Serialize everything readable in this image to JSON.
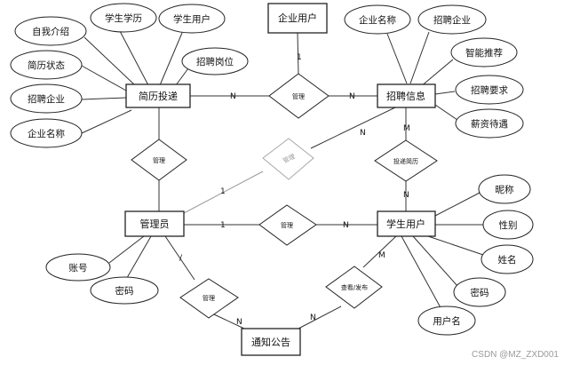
{
  "entities": {
    "resume_submission": "简历投递",
    "job_posting": "招聘信息",
    "enterprise_user": "企业用户",
    "admin": "管理员",
    "student_user": "学生用户",
    "notice": "通知公告"
  },
  "attributes": {
    "self_intro": "自我介绍",
    "student_education": "学生学历",
    "student_user": "学生用户",
    "resume_status": "简历状态",
    "job_position": "招聘岗位",
    "resume_company": "招聘企业",
    "resume_company_name": "企业名称",
    "posting_company_name": "企业名称",
    "posting_company": "招聘企业",
    "smart_recommend": "智能推荐",
    "requirements": "招聘要求",
    "salary": "薪资待遇",
    "nickname": "昵称",
    "gender": "性别",
    "name": "姓名",
    "student_password": "密码",
    "username": "用户名",
    "account": "账号",
    "admin_password": "密码"
  },
  "relationships": {
    "manage_top": "管理",
    "manage_resume": "管理",
    "manage_faint": "管理",
    "submit_resume": "投递简历",
    "manage_student": "管理",
    "manage_notice": "管理",
    "view_publish": "查看/发布"
  },
  "cardinalities": {
    "resume_to_manage_top": "N",
    "manage_top_to_posting": "N",
    "enterprise_to_manage_top": "1",
    "admin_to_faint": "1",
    "faint_to_posting": "N",
    "posting_to_submit": "M",
    "submit_to_student": "N",
    "admin_to_manage_student": "1",
    "manage_student_to_student": "N",
    "admin_to_manage_notice": "/",
    "manage_notice_to_notice": "N",
    "notice_to_view": "N",
    "view_to_student": "M"
  },
  "watermark": "CSDN @MZ_ZXD001"
}
